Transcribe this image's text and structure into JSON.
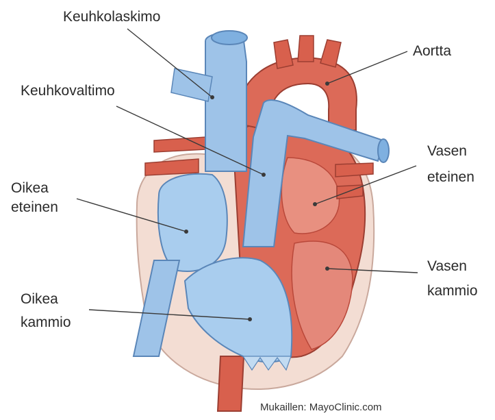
{
  "diagram": {
    "labels": {
      "keuhkolaskimo": "Keuhkolaskimo",
      "aortta": "Aortta",
      "keuhkovaltimo": "Keuhkovaltimo",
      "oikea_eteinen_1": "Oikea",
      "oikea_eteinen_2": "eteinen",
      "vasen_eteinen_1": "Vasen",
      "vasen_eteinen_2": "eteinen",
      "vasen_kammio_1": "Vasen",
      "vasen_kammio_2": "kammio",
      "oikea_kammio_1": "Oikea",
      "oikea_kammio_2": "kammio"
    },
    "credit": "Mukaillen: MayoClinic.com",
    "colors": {
      "vein_blue": "#9ec3e8",
      "vein_blue_dark": "#6f9fd0",
      "artery_red": "#dc6a58",
      "artery_red_dark": "#b9483a",
      "muscle_pink": "#e8a79a",
      "outline": "#7a4a40"
    }
  }
}
